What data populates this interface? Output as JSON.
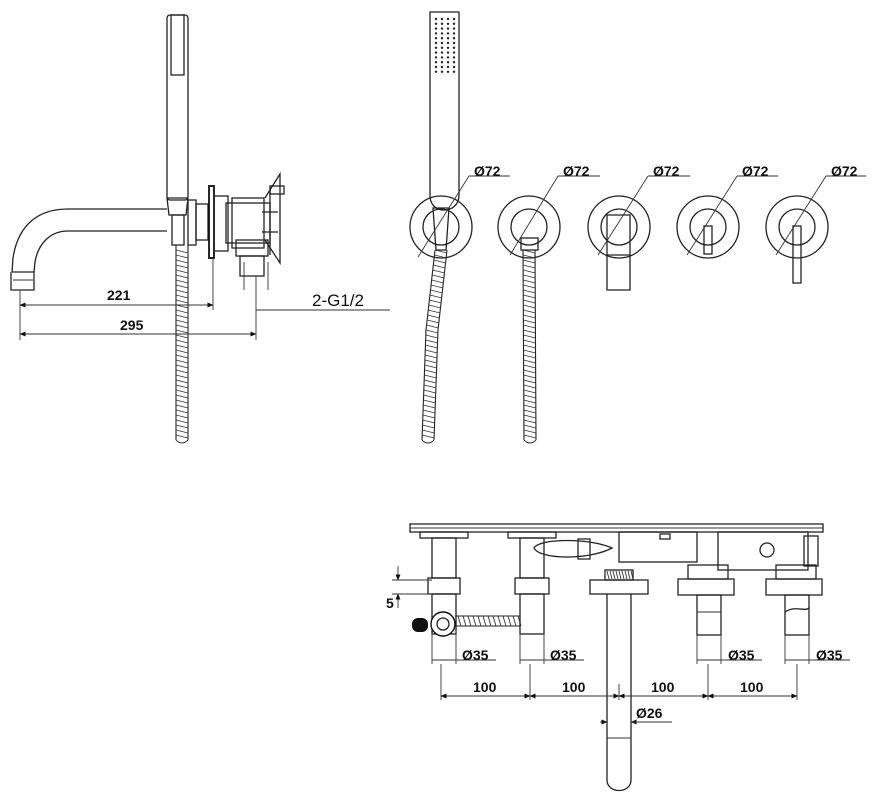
{
  "side_view": {
    "dim_spout_reach": "221",
    "dim_total_reach": "295",
    "dim_connection": "2-G1/2"
  },
  "front_view": {
    "rosette_diameters": [
      "Ø72",
      "Ø72",
      "Ø72",
      "Ø72",
      "Ø72"
    ]
  },
  "top_view": {
    "dim_height": "5",
    "valve_diameters": [
      "Ø35",
      "Ø35",
      "Ø35",
      "Ø35"
    ],
    "spacings": [
      "100",
      "100",
      "100",
      "100"
    ],
    "spout_diameter": "Ø26"
  }
}
